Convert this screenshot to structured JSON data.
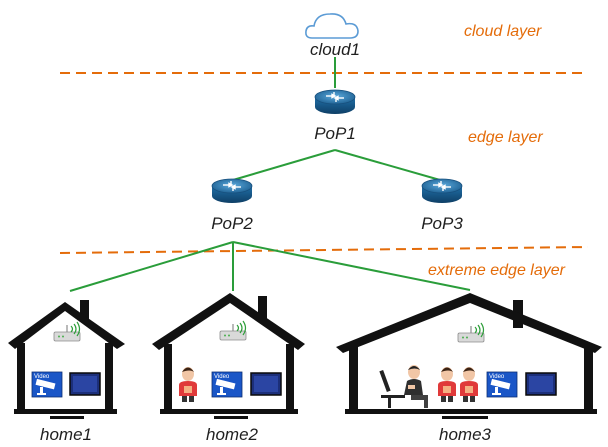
{
  "layers": {
    "cloud": "cloud layer",
    "edge": "edge layer",
    "extreme_edge": "extreme edge layer"
  },
  "nodes": {
    "cloud1": "cloud1",
    "pop1": "PoP1",
    "pop2": "PoP2",
    "pop3": "PoP3",
    "home1": "home1",
    "home2": "home2",
    "home3": "home3"
  },
  "camera_label": "Video",
  "colors": {
    "link": "#2a9d3a",
    "divider": "#e46c0a",
    "layer_text": "#e46c0a",
    "router": "#1f6fa8",
    "cloud_outline": "#5b9bd5",
    "house": "#111111"
  }
}
